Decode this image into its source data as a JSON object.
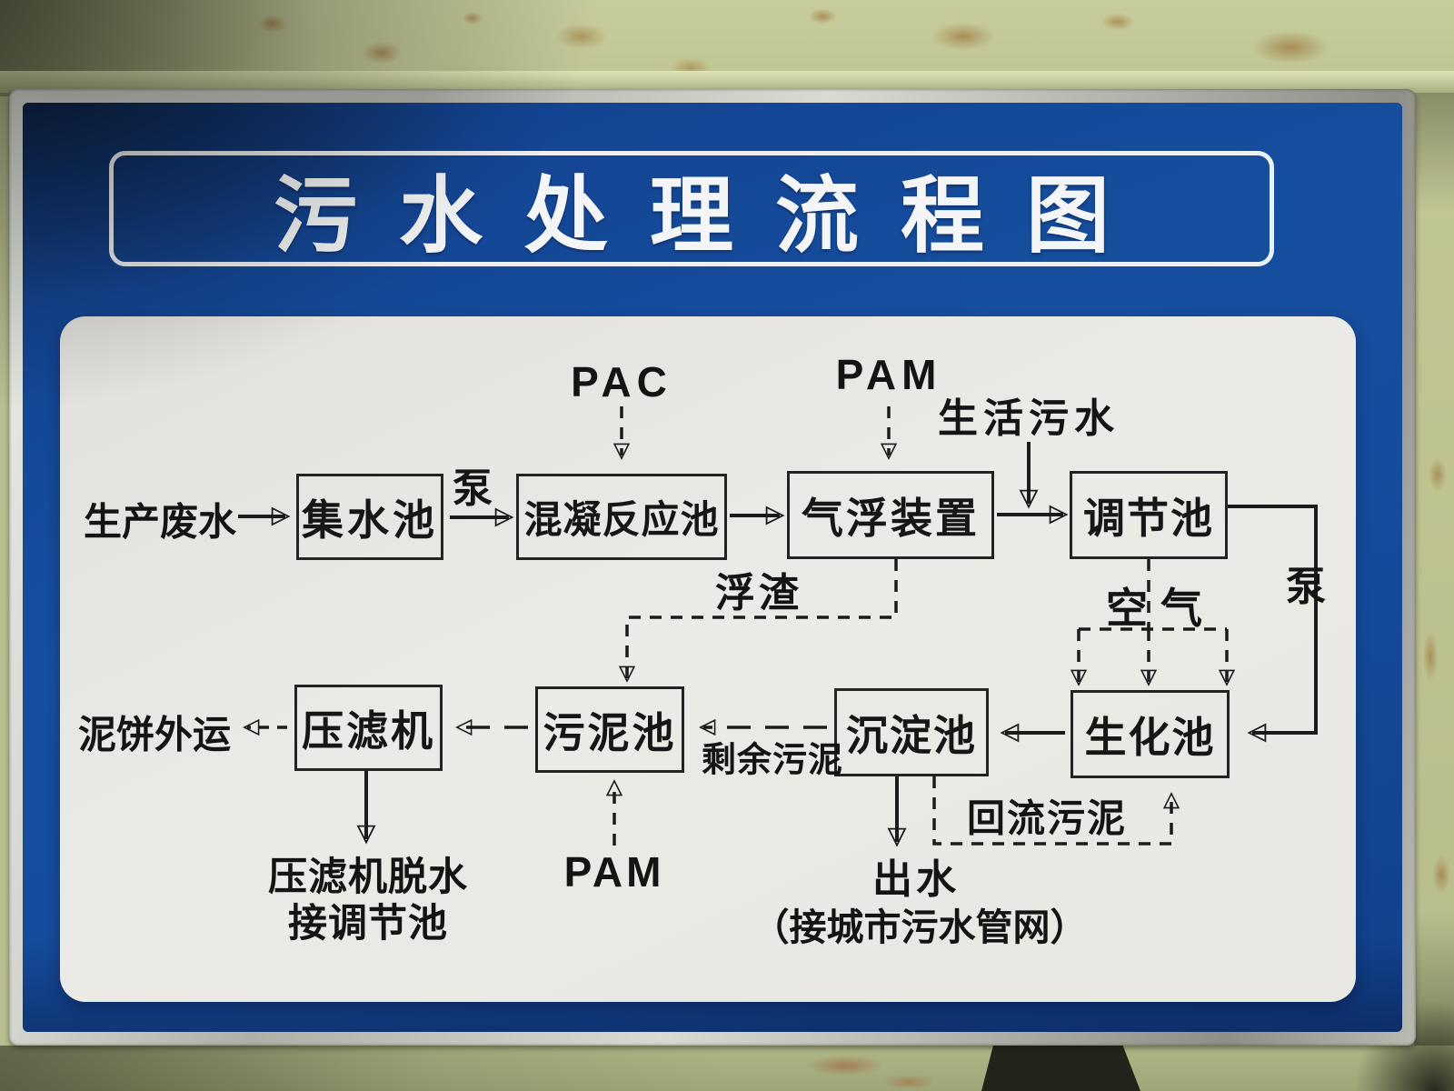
{
  "sign": {
    "title": "污水处理流程图",
    "nodes": [
      {
        "id": "collection-tank",
        "label": "集水池"
      },
      {
        "id": "coagulation-tank",
        "label": "混凝反应池"
      },
      {
        "id": "air-flotation",
        "label": "气浮装置"
      },
      {
        "id": "regulating-tank",
        "label": "调节池"
      },
      {
        "id": "filter-press",
        "label": "压滤机"
      },
      {
        "id": "sludge-tank",
        "label": "污泥池"
      },
      {
        "id": "sedimentation-tank",
        "label": "沉淀池"
      },
      {
        "id": "biochemical-tank",
        "label": "生化池"
      }
    ],
    "labels": {
      "pac": "PAC",
      "pam_top": "PAM",
      "domestic_sewage": "生活污水",
      "production_wastewater": "生产废水",
      "pump_top": "泵",
      "scum": "浮渣",
      "air": "空气",
      "pump_right": "泵",
      "mud_cake_out": "泥饼外运",
      "excess_sludge": "剩余污泥",
      "return_sludge": "回流污泥",
      "filter_press_note_line1": "压滤机脱水",
      "filter_press_note_line2": "接调节池",
      "pam_bottom": "PAM",
      "effluent": "出水",
      "effluent_note": "（接城市污水管网）"
    },
    "edges": [
      {
        "from": "生产废水",
        "to": "集水池",
        "style": "solid",
        "label": ""
      },
      {
        "from": "集水池",
        "to": "混凝反应池",
        "style": "solid",
        "label": "泵"
      },
      {
        "from": "PAC",
        "to": "混凝反应池",
        "style": "dashed",
        "label": ""
      },
      {
        "from": "混凝反应池",
        "to": "气浮装置",
        "style": "solid",
        "label": ""
      },
      {
        "from": "PAM",
        "to": "气浮装置",
        "style": "dashed",
        "label": ""
      },
      {
        "from": "生活污水",
        "to": "调节池",
        "style": "solid",
        "label": ""
      },
      {
        "from": "气浮装置",
        "to": "调节池",
        "style": "solid",
        "label": ""
      },
      {
        "from": "气浮装置",
        "to": "污泥池",
        "style": "dashed",
        "label": "浮渣"
      },
      {
        "from": "调节池",
        "to": "生化池",
        "style": "solid",
        "label": "泵"
      },
      {
        "from": "调节池",
        "to": "生化池",
        "style": "dashed",
        "label": "空气"
      },
      {
        "from": "生化池",
        "to": "沉淀池",
        "style": "solid",
        "label": ""
      },
      {
        "from": "沉淀池",
        "to": "污泥池",
        "style": "dashed",
        "label": "剩余污泥"
      },
      {
        "from": "沉淀池",
        "to": "生化池",
        "style": "dashed",
        "label": "回流污泥"
      },
      {
        "from": "沉淀池",
        "to": "出水",
        "style": "solid",
        "label": "（接城市污水管网）"
      },
      {
        "from": "污泥池",
        "to": "压滤机",
        "style": "dashed",
        "label": ""
      },
      {
        "from": "PAM",
        "to": "污泥池",
        "style": "dashed",
        "label": ""
      },
      {
        "from": "压滤机",
        "to": "泥饼外运",
        "style": "dashed",
        "label": ""
      },
      {
        "from": "压滤机",
        "to": "压滤机脱水接调节池",
        "style": "solid",
        "label": ""
      }
    ],
    "colors": {
      "sign_blue": "#154a99",
      "panel_white": "#e9e7e3",
      "ink_black": "#1b1b1b",
      "wall_green": "#c2c794",
      "rust_brown": "#965c20",
      "frame_silver": "#c7c8c1"
    }
  }
}
